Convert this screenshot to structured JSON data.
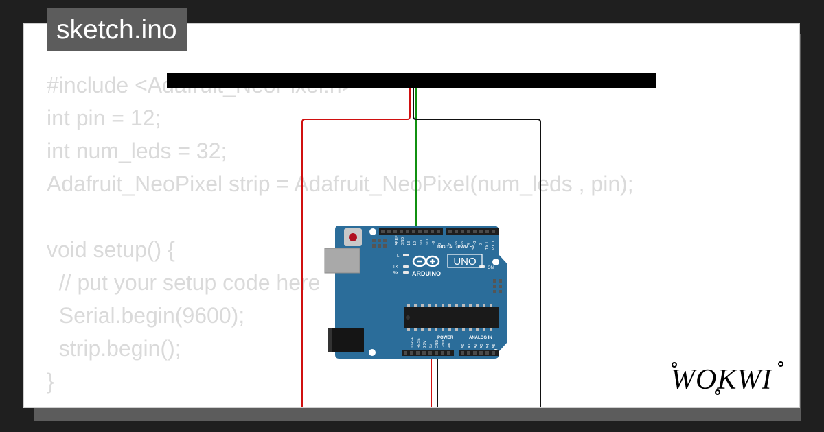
{
  "file_tab": {
    "label": "sketch.ino"
  },
  "code": {
    "lines": [
      "#include <Adafruit_NeoPixel.h>",
      "int pin = 12;",
      "int num_leds = 32;",
      "Adafruit_NeoPixel strip = Adafruit_NeoPixel(num_leds , pin);",
      "",
      "void setup() {",
      "  // put your setup code here",
      "  Serial.begin(9600);",
      "  strip.begin();",
      "}"
    ]
  },
  "board": {
    "brand": "ARDUINO",
    "model": "UNO",
    "labels": {
      "digital": "DIGITAL (PWM ~)",
      "power": "POWER",
      "analog": "ANALOG IN",
      "on": "ON",
      "l": "L",
      "tx": "TX",
      "rx": "RX",
      "aref": "AREF",
      "gnd": "GND",
      "ioref": "IOREF",
      "reset": "RESET",
      "v33": "3.3V",
      "v5": "5V",
      "vin": "Vin"
    },
    "digital_pins": [
      "13",
      "12",
      "~11",
      "~10",
      "~9",
      "8",
      "7",
      "~6",
      "~5",
      "4",
      "~3",
      "2",
      "TX 1",
      "RX 0"
    ],
    "analog_pins": [
      "A0",
      "A1",
      "A2",
      "A3",
      "A4",
      "A5"
    ]
  },
  "wires": {
    "red": "#d01010",
    "green": "#109010",
    "black": "#111111"
  },
  "led_strip": {
    "color": "#000000"
  },
  "logo": {
    "text": "WOKWI"
  },
  "colors": {
    "background": "#1f1f1f",
    "tab": "#5c5c5c",
    "code_text": "#dadada",
    "board": "#2b6d9a"
  }
}
